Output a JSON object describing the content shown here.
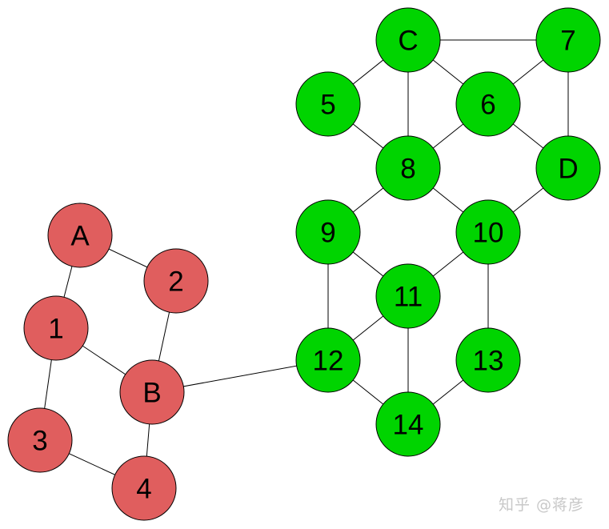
{
  "colors": {
    "red_community": "#e05e5e",
    "green_community": "#00d400"
  },
  "nodes": [
    {
      "id": "A",
      "label": "A",
      "group": "red"
    },
    {
      "id": "1",
      "label": "1",
      "group": "red"
    },
    {
      "id": "2",
      "label": "2",
      "group": "red"
    },
    {
      "id": "B",
      "label": "B",
      "group": "red"
    },
    {
      "id": "3",
      "label": "3",
      "group": "red"
    },
    {
      "id": "4",
      "label": "4",
      "group": "red"
    },
    {
      "id": "C",
      "label": "C",
      "group": "green"
    },
    {
      "id": "7",
      "label": "7",
      "group": "green"
    },
    {
      "id": "5",
      "label": "5",
      "group": "green"
    },
    {
      "id": "6",
      "label": "6",
      "group": "green"
    },
    {
      "id": "8",
      "label": "8",
      "group": "green"
    },
    {
      "id": "D",
      "label": "D",
      "group": "green"
    },
    {
      "id": "9",
      "label": "9",
      "group": "green"
    },
    {
      "id": "10",
      "label": "10",
      "group": "green"
    },
    {
      "id": "11",
      "label": "11",
      "group": "green"
    },
    {
      "id": "12",
      "label": "12",
      "group": "green"
    },
    {
      "id": "13",
      "label": "13",
      "group": "green"
    },
    {
      "id": "14",
      "label": "14",
      "group": "green"
    }
  ],
  "edges": [
    [
      "A",
      "2"
    ],
    [
      "A",
      "1"
    ],
    [
      "1",
      "B"
    ],
    [
      "2",
      "B"
    ],
    [
      "1",
      "3"
    ],
    [
      "3",
      "4"
    ],
    [
      "B",
      "4"
    ],
    [
      "B",
      "12"
    ],
    [
      "C",
      "7"
    ],
    [
      "C",
      "5"
    ],
    [
      "C",
      "6"
    ],
    [
      "C",
      "8"
    ],
    [
      "7",
      "6"
    ],
    [
      "7",
      "D"
    ],
    [
      "5",
      "8"
    ],
    [
      "6",
      "8"
    ],
    [
      "6",
      "D"
    ],
    [
      "8",
      "9"
    ],
    [
      "8",
      "10"
    ],
    [
      "D",
      "10"
    ],
    [
      "9",
      "11"
    ],
    [
      "9",
      "12"
    ],
    [
      "10",
      "11"
    ],
    [
      "10",
      "13"
    ],
    [
      "11",
      "12"
    ],
    [
      "11",
      "14"
    ],
    [
      "12",
      "14"
    ],
    [
      "13",
      "14"
    ]
  ],
  "watermark": "知乎 @蒋彦"
}
